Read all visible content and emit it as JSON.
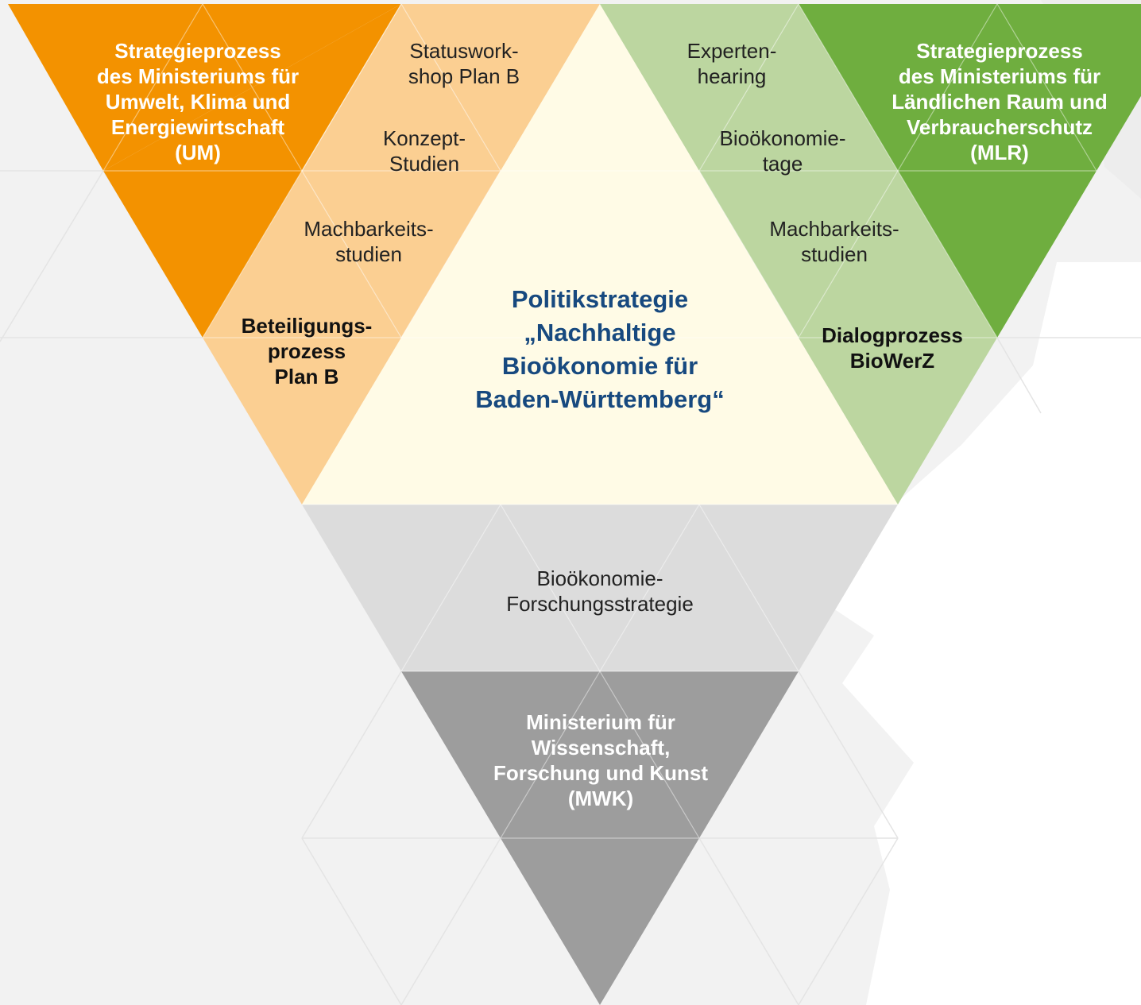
{
  "colors": {
    "background_map": "#f1f1f1",
    "orange": "#f39200",
    "orange_light": "#fbcf92",
    "green": "#6fae3f",
    "green_light": "#bcd6a0",
    "center": "#fffbe6",
    "grey_light": "#dcdcdc",
    "grey": "#9d9d9d",
    "title_blue": "#17497f"
  },
  "ministries": {
    "um": "Strategieprozess\ndes Ministeriums für\nUmwelt, Klima und\nEnergiewirtschaft\n(UM)",
    "mlr": "Strategieprozess\ndes Ministeriums für\nLändlichen Raum und\nVerbraucherschutz\n(MLR)",
    "mwk": "Ministerium für\nWissenschaft,\nForschung und Kunst\n(MWK)"
  },
  "um_processes": {
    "statusworkshop": "Statuswork-\nshop Plan B",
    "konzeptstudien": "Konzept-\nStudien",
    "machbarkeit": "Machbarkeits-\nstudien",
    "beteiligung": "Beteiligungs-\nprozess\nPlan B"
  },
  "mlr_processes": {
    "expertenhearing": "Experten-\nhearing",
    "biooekonomietage": "Bioökonomie-\ntage",
    "machbarkeit": "Machbarkeits-\nstudien",
    "dialogprozess": "Dialogprozess\nBioWerZ"
  },
  "mwk_processes": {
    "forschungsstrategie": "Bioökonomie-\nForschungsstrategie"
  },
  "center": {
    "title": "Politikstrategie\n„Nachhaltige\nBioökonomie für\nBaden-Württemberg“"
  }
}
